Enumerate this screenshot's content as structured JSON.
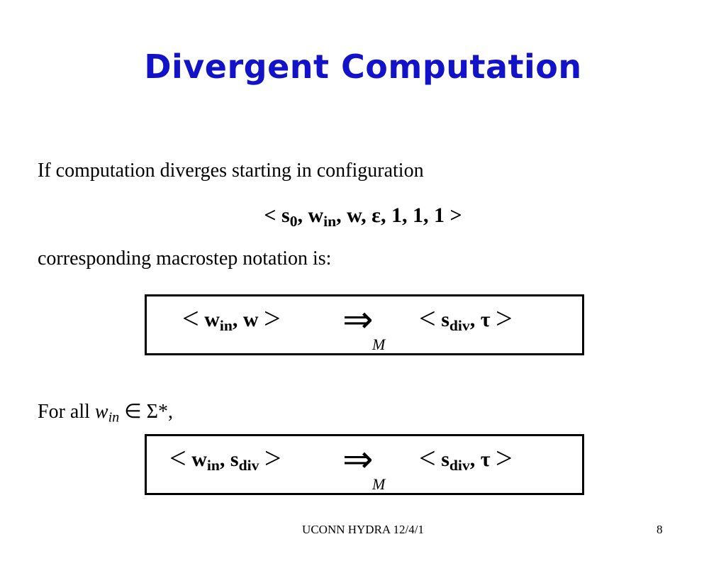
{
  "slide": {
    "title": "Divergent Computation",
    "line1": "If computation diverges starting in configuration",
    "config": {
      "open": "< s",
      "sub0": "0",
      "w": ", w",
      "sub_in": "in",
      "rest": ", w, ε, 1, 1, 1 >"
    },
    "line3": "corresponding macrostep notation is:",
    "box1": {
      "lhs_open": "<",
      "w": "w",
      "w_sub": "in",
      "mid": ", w",
      "lhs_close": ">",
      "arrow": "⇒",
      "arrow_sub": "M",
      "rhs_open": "<",
      "s": "s",
      "s_sub": "div",
      "tau": ", τ",
      "rhs_close": ">"
    },
    "line4": {
      "prefix": "For all ",
      "w": "w",
      "w_sub": "in",
      "elem": " ∈ ",
      "suffix": "Σ*,"
    },
    "box2": {
      "lhs_open": "<",
      "w": "w",
      "w_sub": "in",
      "mid": ", s",
      "mid_sub": "div",
      "lhs_close": ">",
      "arrow": "⇒",
      "arrow_sub": "M",
      "rhs_open": "<",
      "s": "s",
      "s_sub": "div",
      "tau": ", τ",
      "rhs_close": ">"
    },
    "footer": "UCONN HYDRA 12/4/1",
    "page_number": "8"
  }
}
